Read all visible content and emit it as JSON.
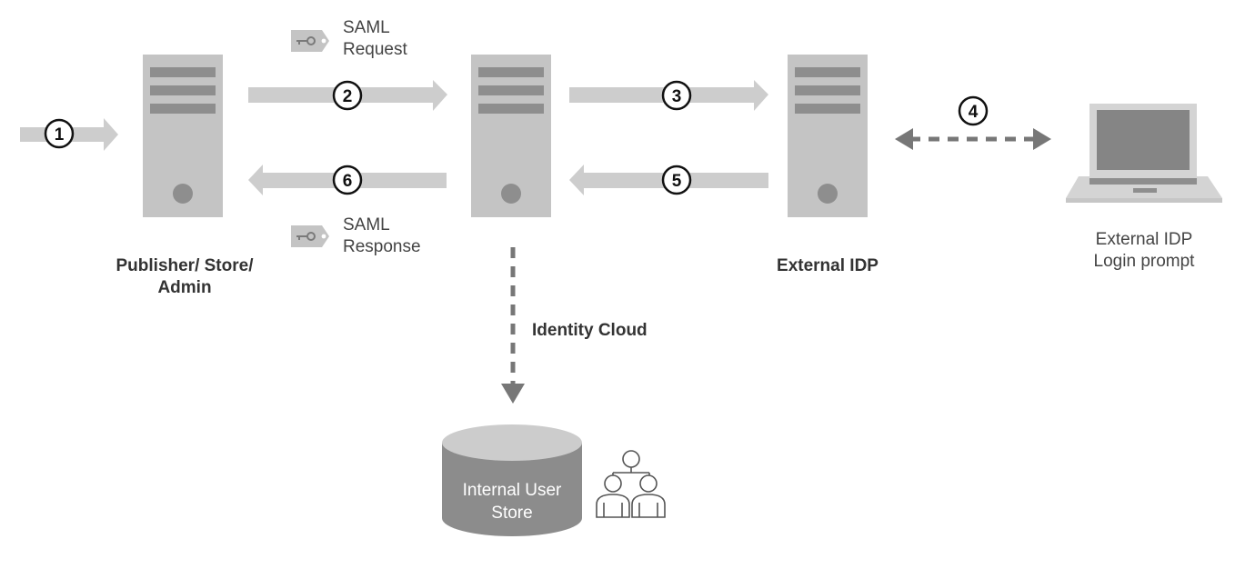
{
  "servers": {
    "publisher": {
      "label_line1": "Publisher/ Store/",
      "label_line2": "Admin"
    },
    "identity_cloud": {
      "label": "Identity Cloud"
    },
    "external_idp": {
      "label": "External IDP"
    }
  },
  "laptop": {
    "label_line1": "External IDP",
    "label_line2": "Login prompt"
  },
  "messages": {
    "saml_request": {
      "line1": "SAML",
      "line2": "Request"
    },
    "saml_response": {
      "line1": "SAML",
      "line2": "Response"
    }
  },
  "steps": [
    "1",
    "2",
    "3",
    "4",
    "5",
    "6"
  ],
  "user_store": {
    "line1": "Internal User",
    "line2": "Store"
  },
  "colors": {
    "server_body": "#c4c4c4",
    "server_slot": "#8e8e8e",
    "arrow": "#cdcdcd",
    "dashed": "#777777",
    "db": "#8c8c8c",
    "db_top": "#cccccc"
  }
}
